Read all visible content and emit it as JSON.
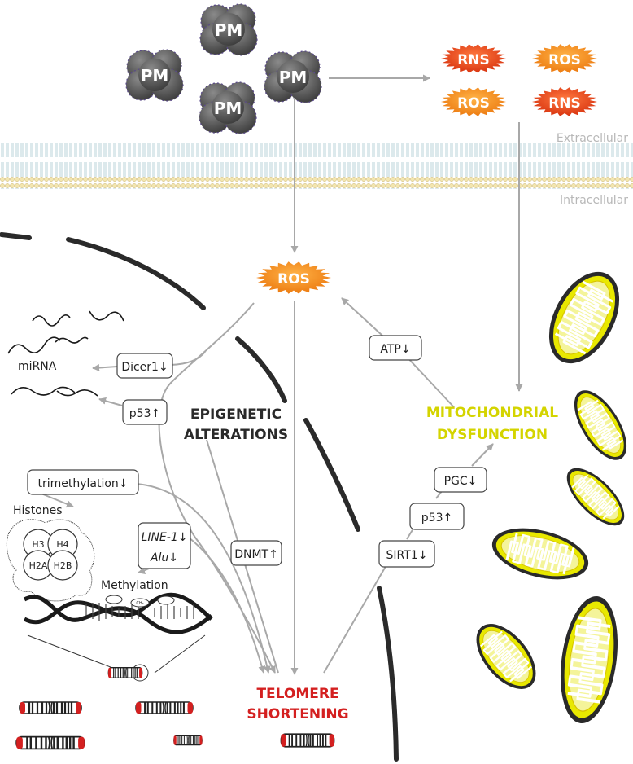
{
  "particles": {
    "label": "PM"
  },
  "reactive_species": {
    "rns": "RNS",
    "ros": "ROS"
  },
  "membrane": {
    "extracellular": "Extracellular",
    "intracellular": "Intracellular"
  },
  "ros_center": "ROS",
  "mirna": "miRNA",
  "boxes": {
    "dicer": "Dicer1↓",
    "p53_left": "p53↑",
    "trimethylation": "trimethylation↓",
    "line1": "LINE-1↓",
    "alu": "Alu↓",
    "dnmt": "DNMT↑",
    "atp": "ATP↓",
    "pgc": "PGC↓",
    "p53_right": "p53↑",
    "sirt1": "SIRT1↓"
  },
  "epigenetic": {
    "line1": "EPIGENETIC",
    "line2": "ALTERATIONS"
  },
  "mito": {
    "line1": "MITOCHONDRIAL",
    "line2": "DYSFUNCTION"
  },
  "telomere": {
    "line1": "TELOMERE",
    "line2": "SHORTENING"
  },
  "histones": {
    "title": "Histones",
    "h3": "H3",
    "h4": "H4",
    "h2a": "H2A",
    "h2b": "H2B"
  },
  "methylation": "Methylation",
  "ch3": "CH₃",
  "colors": {
    "ros": "#f08c1a",
    "rns": "#e0441c",
    "mito": "#d4d400",
    "telomere": "#d42020",
    "arrow": "#a8a8a8"
  }
}
